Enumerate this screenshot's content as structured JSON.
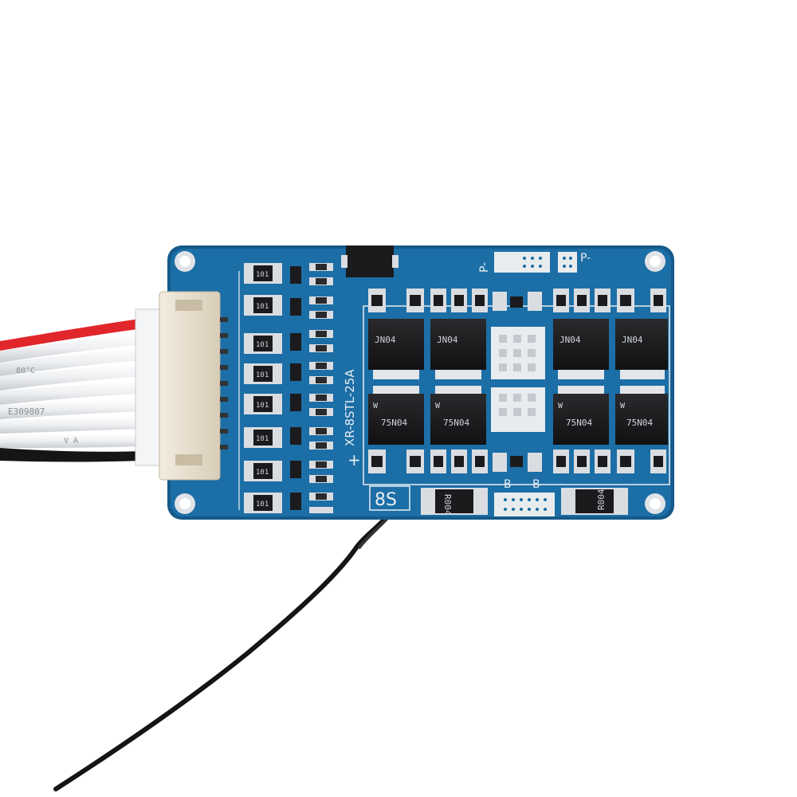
{
  "photo": {
    "subject": "bms-protection-board",
    "colors": {
      "background": "#ffffff",
      "pcb": "#1c6ea6",
      "pcb_edge": "#155a8a",
      "silkscreen": "#e8eef3",
      "mosfet": "#1b1b1d",
      "pad": "#d9dde2",
      "connector": "#e6dccb",
      "wire_red": "#e0262b",
      "wire_white": "#f2f3f5",
      "wire_black": "#151515"
    }
  },
  "board": {
    "model_label": "XR-8STL-25A",
    "series_label": "8S",
    "pad_labels": {
      "p_top_left": "P-",
      "p_top_right": "P-",
      "b_left": "B-",
      "b_right": "B-",
      "plus": "+"
    }
  },
  "components": {
    "resistor_code": "101",
    "mosfet_code": "75N04",
    "mosfet_brand": "W",
    "shunt_code": "R004",
    "mosfet_top_partial": "JN04"
  },
  "wires": {
    "print_code": "E309807",
    "print_temp": "80°C",
    "print_rating": "V A"
  }
}
